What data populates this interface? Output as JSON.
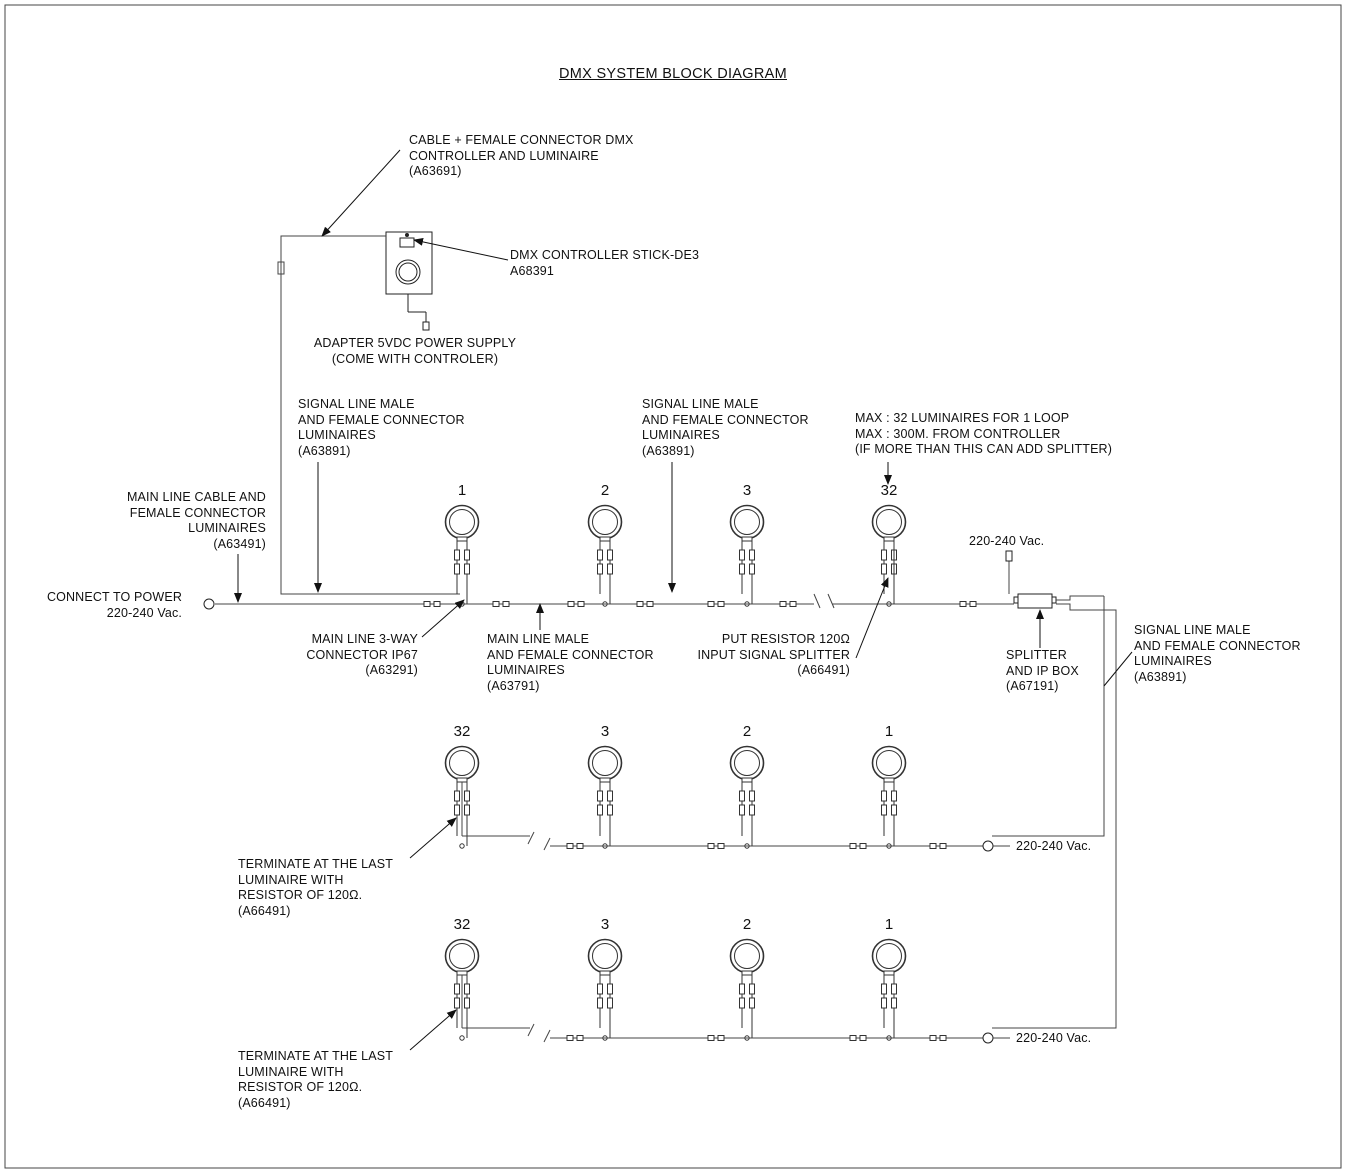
{
  "title": "DMX SYSTEM BLOCK DIAGRAM",
  "labels": {
    "cable_female": [
      "CABLE + FEMALE CONNECTOR DMX",
      "CONTROLLER AND LUMINAIRE",
      "(A63691)"
    ],
    "controller": [
      "DMX CONTROLLER STICK-DE3",
      "A68391"
    ],
    "adapter": [
      "ADAPTER 5VDC POWER SUPPLY",
      "(COME WITH CONTROLER)"
    ],
    "signal_line_1": [
      "SIGNAL LINE MALE",
      "AND FEMALE CONNECTOR",
      "LUMINAIRES",
      "(A63891)"
    ],
    "signal_line_2": [
      "SIGNAL LINE MALE",
      "AND FEMALE CONNECTOR",
      "LUMINAIRES",
      "(A63891)"
    ],
    "max_note": [
      "MAX : 32 LUMINAIRES FOR 1 LOOP",
      "MAX : 300M. FROM CONTROLLER",
      "(IF MORE THAN THIS CAN ADD SPLITTER)"
    ],
    "main_line_cable": [
      "MAIN LINE CABLE AND",
      "FEMALE CONNECTOR",
      "LUMINAIRES",
      "(A63491)"
    ],
    "connect_power": [
      "CONNECT TO POWER",
      "220-240 Vac."
    ],
    "three_way": [
      "MAIN LINE 3-WAY",
      "CONNECTOR IP67",
      "(A63291)"
    ],
    "main_line_male": [
      "MAIN LINE MALE",
      "AND FEMALE CONNECTOR",
      "LUMINAIRES",
      "(A63791)"
    ],
    "resistor_input": [
      "PUT RESISTOR 120Ω",
      "INPUT SIGNAL SPLITTER",
      "(A66491)"
    ],
    "splitter_power": "220-240 Vac.",
    "splitter": [
      "SPLITTER",
      "AND IP BOX",
      "(A67191)"
    ],
    "signal_line_3": [
      "SIGNAL LINE MALE",
      "AND FEMALE CONNECTOR",
      "LUMINAIRES",
      "(A63891)"
    ],
    "row2_power": "220-240 Vac.",
    "row3_power": "220-240 Vac.",
    "terminate_1": [
      "TERMINATE AT THE LAST",
      "LUMINAIRE WITH",
      "RESISTOR OF 120Ω.",
      "(A66491)"
    ],
    "terminate_2": [
      "TERMINATE AT THE LAST",
      "LUMINAIRE WITH",
      "RESISTOR OF 120Ω.",
      "(A66491)"
    ]
  },
  "rows": [
    {
      "numbers": [
        "1",
        "2",
        "3",
        "32"
      ]
    },
    {
      "numbers": [
        "32",
        "3",
        "2",
        "1"
      ]
    },
    {
      "numbers": [
        "32",
        "3",
        "2",
        "1"
      ]
    }
  ]
}
